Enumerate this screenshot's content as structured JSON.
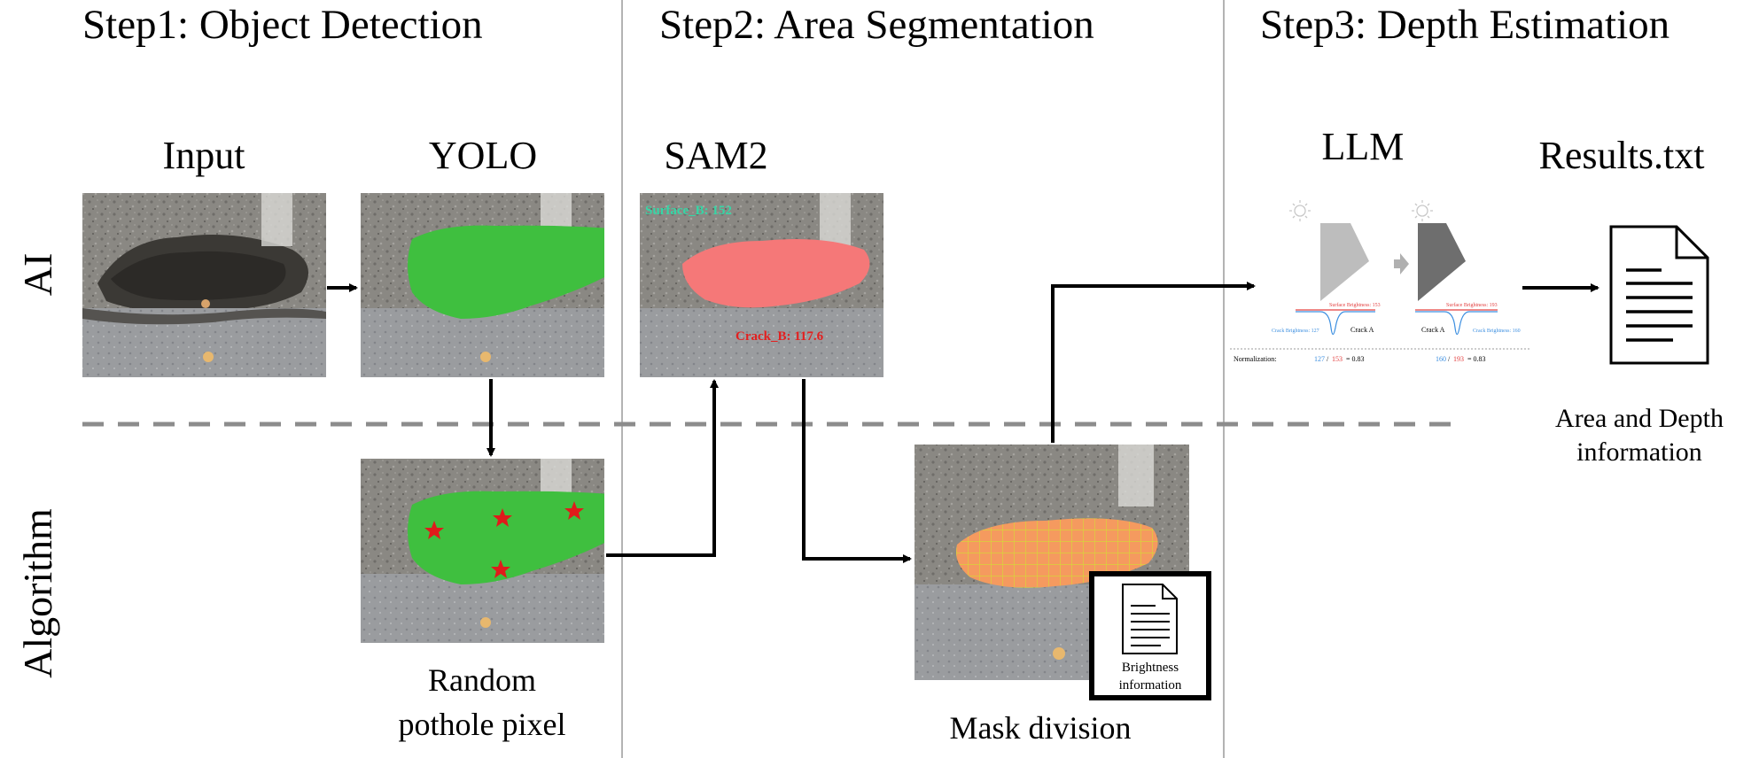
{
  "steps": [
    {
      "label": "Step1: Object Detection"
    },
    {
      "label": "Step2: Area Segmentation"
    },
    {
      "label": "Step3: Depth Estimation"
    }
  ],
  "rows": {
    "ai": "AI",
    "algorithm": "Algorithm"
  },
  "modules": {
    "input": "Input",
    "yolo": "YOLO",
    "sam2": "SAM2",
    "llm": "LLM",
    "results": "Results.txt"
  },
  "sam2_overlay": {
    "surface": "Surface_B: 152",
    "crack": "Crack_B: 117.6"
  },
  "captions": {
    "random_pixel_line1": "Random",
    "random_pixel_line2": "pothole pixel",
    "mask_division": "Mask division",
    "brightness_line1": "Brightness",
    "brightness_line2": "information",
    "area_depth_line1": "Area and Depth",
    "area_depth_line2": "information"
  },
  "llm_figure": {
    "surface_left": "Surface Brightness: 153",
    "crack_left": "Crack Brightness: 127",
    "crack_a_left": "Crack A",
    "surface_right": "Surface Brightness: 193",
    "crack_a_right": "Crack A",
    "crack_right": "Crack Brightness: 160",
    "normalization_label": "Normalization:",
    "norm_left_num": "127",
    "norm_left_den": "153",
    "norm_left_res": "= 0.83",
    "norm_right_num": "160",
    "norm_right_den": "193",
    "norm_right_res": "= 0.83"
  },
  "colors": {
    "green_mask": "#3fbf3f",
    "red_mask": "#f57878",
    "orange_mask": "#f59a5f",
    "star": "#e01b1b",
    "surface_text": "#36d6a6",
    "crack_text": "#e32020",
    "divider": "#b3b3b3",
    "dashed": "#8c8c8c"
  }
}
